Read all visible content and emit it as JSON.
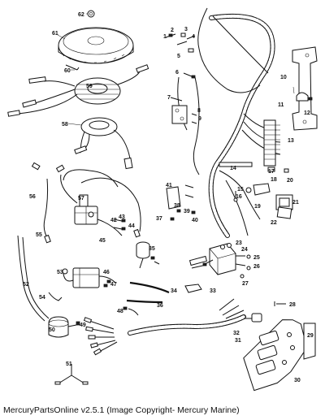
{
  "caption": "MercuryPartsOnline v2.5.1 (Image Copyright- Mercury Marine)",
  "callouts": [
    "1",
    "2",
    "3",
    "4",
    "5",
    "6",
    "7",
    "8",
    "9",
    "10",
    "11",
    "12",
    "13",
    "14",
    "15",
    "16",
    "17",
    "18",
    "19",
    "20",
    "21",
    "22",
    "23",
    "24",
    "25",
    "26",
    "27",
    "28",
    "29",
    "30",
    "31",
    "32",
    "33",
    "34",
    "35",
    "36",
    "37",
    "38",
    "39",
    "40",
    "41",
    "42",
    "43",
    "44",
    "45",
    "46",
    "47",
    "48",
    "49",
    "50",
    "51",
    "52",
    "53",
    "54",
    "55",
    "56",
    "57",
    "58",
    "59",
    "60",
    "61",
    "62"
  ]
}
